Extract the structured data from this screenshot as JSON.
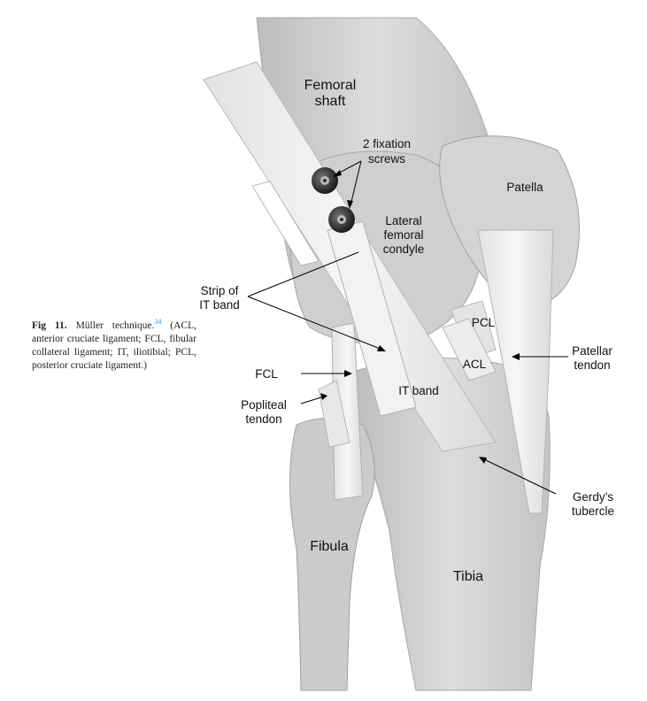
{
  "caption": {
    "fig_label": "Fig",
    "fig_number": "11.",
    "title": "Müller technique.",
    "ref": "34",
    "body": "(ACL, anterior cruciate ligament; FCL, fibular collateral ligament; IT, iliotibial; PCL, posterior cruciate ligament.)"
  },
  "labels": {
    "femoral_shaft_1": "Femoral",
    "femoral_shaft_2": "shaft",
    "screws_1": "2 fixation",
    "screws_2": "screws",
    "patella": "Patella",
    "lateral_1": "Lateral",
    "lateral_2": "femoral",
    "lateral_3": "condyle",
    "strip_1": "Strip of",
    "strip_2": "IT band",
    "pcl": "PCL",
    "acl": "ACL",
    "patellar_1": "Patellar",
    "patellar_2": "tendon",
    "fcl": "FCL",
    "it_band": "IT band",
    "popliteal_1": "Popliteal",
    "popliteal_2": "tendon",
    "gerdy_1": "Gerdy’s",
    "gerdy_2": "tubercle",
    "fibula": "Fibula",
    "tibia": "Tibia"
  },
  "colors": {
    "bone": "#d6d6d6",
    "bone_shadow": "#b9b9b9",
    "tendon": "#eeeeee",
    "screw": "#2a2a2a"
  }
}
